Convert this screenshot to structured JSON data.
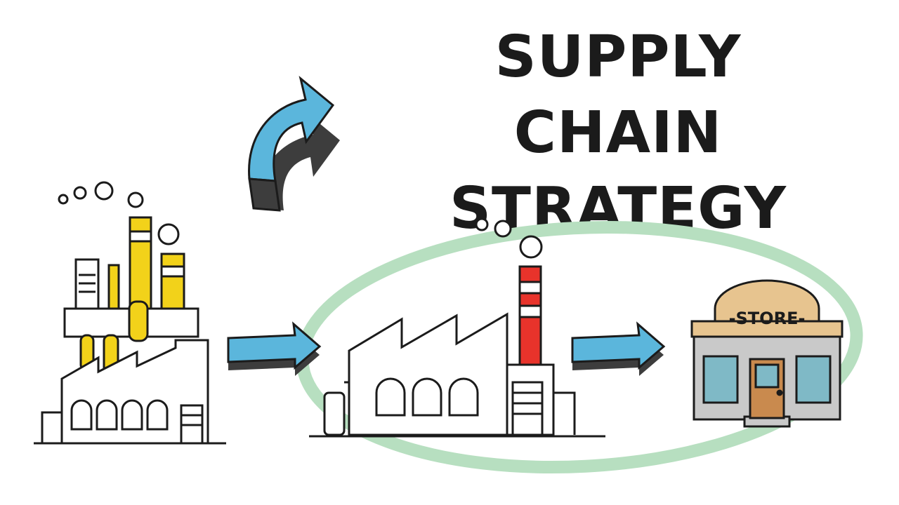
{
  "title": {
    "line1": "SUPPLY CHAIN",
    "line2": "STRATEGY"
  },
  "store": {
    "sign": "-STORE-"
  },
  "colors": {
    "arrow": "#5bb6dc",
    "arrow_dark": "#3d3d3d",
    "smokestack_yellow": "#f2d21a",
    "smokestack_red": "#e8332b",
    "highlight_ring": "#b7dfc0",
    "store_sign": "#e7c48f",
    "store_wall": "#c9c9c9",
    "store_door": "#c98a4e",
    "outline": "#1b1b1b"
  },
  "icons": [
    "curved-arrow-icon",
    "right-arrow-icon",
    "factory-icon",
    "store-icon",
    "smoke-icon"
  ]
}
